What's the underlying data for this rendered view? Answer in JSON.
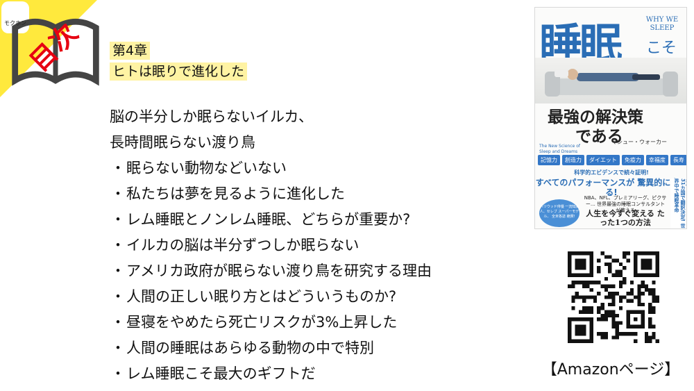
{
  "corner": {
    "logo_text": "モクホン",
    "title": "目次",
    "accent_color": "#ffe93d",
    "title_color": "#e60012"
  },
  "chapter": {
    "number": "第4章",
    "title": "ヒトは眠りで進化した"
  },
  "intro_lines": [
    "脳の半分しか眠らないイルカ、",
    "長時間眠らない渡り鳥"
  ],
  "bullet_mark": "・",
  "bullets": [
    "眠らない動物などいない",
    "私たちは夢を見るように進化した",
    "レム睡眠とノンレム睡眠、どちらが重要か?",
    "イルカの脳は半分ずつしか眠らない",
    "アメリカ政府が眠らない渡り鳥を研究する理由",
    "人間の正しい眠り方とはどういうものか?",
    "昼寝をやめたら死亡リスクが3%上昇した",
    "人間の睡眠はあらゆる動物の中で特別",
    "レム睡眠こそ最大のギフトだ"
  ],
  "book": {
    "title": "睡眠",
    "title_en": "WHY WE SLEEP",
    "title_suffix": "こそ",
    "subtitle_1": "最強の解決策",
    "subtitle_2": "である",
    "small_en": "The New Science of Sleep and Dreams",
    "author": "マシュー・ウォーカー",
    "tags": [
      "記憶力",
      "創造力",
      "ダイエット",
      "免疫力",
      "幸福度",
      "長寿"
    ],
    "line1": "科学的エビデンスで続々証明!",
    "line2": "すべてのパフォーマンスが 驚異的に高まる!",
    "circle_text": "ハリウッド俳優 一流知識人、セレブ スーパーモデル、 全米各誌 絶賛!",
    "line3": "NBA、NFL、プレミアリーグ、ピクサー… 世界最強の睡眠コンサルタントが教える",
    "line4": "人生を今すぐ変える たった1つの方法",
    "vertical_text": "31カ国で翻訳決定! 世界中で睡眠革命",
    "accent_color": "#2a6db5"
  },
  "qr": {
    "label": "【Amazonページ】"
  }
}
